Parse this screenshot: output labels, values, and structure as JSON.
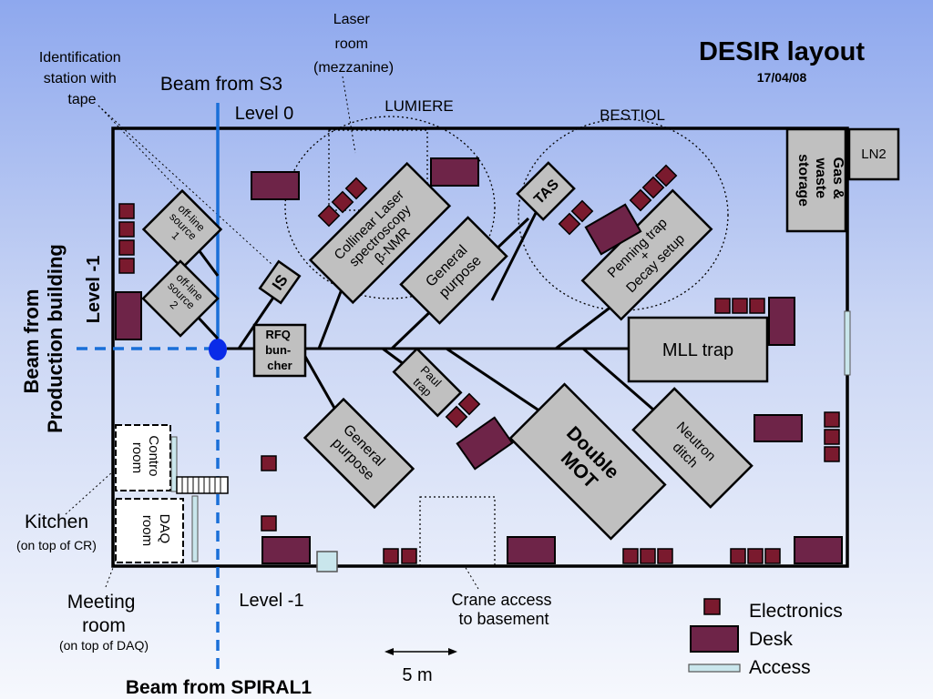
{
  "title": "DESIR layout",
  "date": "17/04/08",
  "labels": {
    "laser_room": [
      "Laser",
      "room",
      "(mezzanine)"
    ],
    "identification_station": [
      "Identification",
      "station with",
      "tape"
    ],
    "beam_s3": "Beam from S3",
    "level0": "Level 0",
    "lumiere": "LUMIERE",
    "bestiol": "BESTIOL",
    "beam_production": [
      "Beam from",
      "Production building"
    ],
    "level_minus1_vertical": "Level -1",
    "level_minus1_bottom": "Level -1",
    "kitchen": "Kitchen",
    "kitchen_sub": "(on top of CR)",
    "meeting_room": [
      "Meeting",
      "room"
    ],
    "meeting_room_sub": "(on top of DAQ)",
    "crane_access": [
      "Crane access",
      "to basement"
    ],
    "scale": "5 m",
    "beam_spiral1": "Beam from SPIRAL1"
  },
  "rooms": {
    "gas_waste": [
      "Gas &",
      "waste",
      "storage"
    ],
    "ln2": "LN2",
    "control_room": [
      "Contro",
      "room"
    ],
    "daq_room": [
      "DAQ",
      "room"
    ]
  },
  "stations": {
    "offline1": [
      "off-line",
      "source",
      "1"
    ],
    "offline2": [
      "off-line",
      "source",
      "2"
    ],
    "is": "IS",
    "rfq": [
      "RFQ",
      "bun-",
      "cher"
    ],
    "collinear": [
      "Collinear Laser",
      "spectroscopy",
      "β-NMR"
    ],
    "general_upper": [
      "General",
      "purpose"
    ],
    "tas": "TAS",
    "penning": [
      "Penning trap",
      "+",
      "Decay setup"
    ],
    "mll": "MLL trap",
    "paul": [
      "Paul",
      "trap"
    ],
    "general_lower": [
      "General",
      "purpose"
    ],
    "double_mot": [
      "Double",
      "MOT"
    ],
    "neutron": [
      "Neutron",
      "ditch"
    ]
  },
  "legend": {
    "electronics": "Electronics",
    "desk": "Desk",
    "access": "Access"
  },
  "colors": {
    "electronics": "#7a1a2e",
    "desk": "#6e2448",
    "station_fill": "#c0c0c0",
    "beam_line": "#1a6fd8",
    "title": "#0b1fd6",
    "access": "#c9e6ec"
  }
}
